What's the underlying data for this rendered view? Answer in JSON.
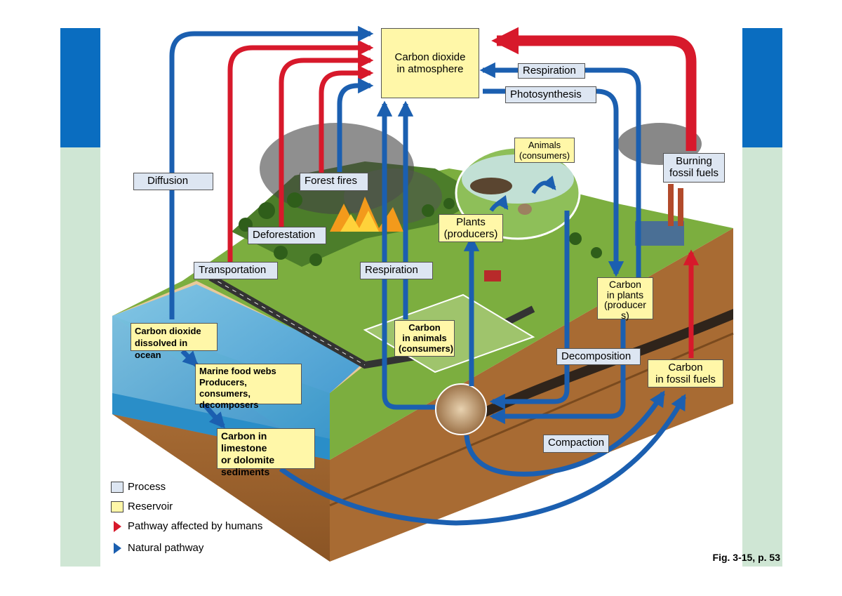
{
  "colors": {
    "natural": "#1b5fb0",
    "human": "#d7192b",
    "process_fill": "#dde6f2",
    "reservoir_fill": "#fff7a8",
    "side_dark": "#0a6dc0",
    "side_light": "#cfe6d4"
  },
  "reservoirs": {
    "atmosphere": "Carbon dioxide\nin atmosphere",
    "animals_top": "Animals\n(consumers)",
    "plants_hill": "Plants\n(producers)",
    "ocean": "Carbon dioxide\ndissolved in ocean",
    "marine": "Marine food webs\nProducers, consumers,\ndecomposers",
    "limestone": "Carbon in limestone\nor dolomite\nsediments",
    "animals_ground": "Carbon\nin animals\n(consumers)",
    "plants_ground": "Carbon\nin plants\n(producer\ns)",
    "fossil": "Carbon\nin fossil fuels"
  },
  "processes": {
    "diffusion": "Diffusion",
    "forest_fires": "Forest fires",
    "deforestation": "Deforestation",
    "transportation": "Transportation",
    "respiration_top": "Respiration",
    "photosynthesis": "Photosynthesis",
    "respiration_mid": "Respiration",
    "burning": "Burning\nfossil fuels",
    "decomposition": "Decomposition",
    "compaction": "Compaction"
  },
  "legend": {
    "process": "Process",
    "reservoir": "Reservoir",
    "human": "Pathway affected by humans",
    "natural": "Natural pathway"
  },
  "caption": "Fig. 3-15, p. 53"
}
